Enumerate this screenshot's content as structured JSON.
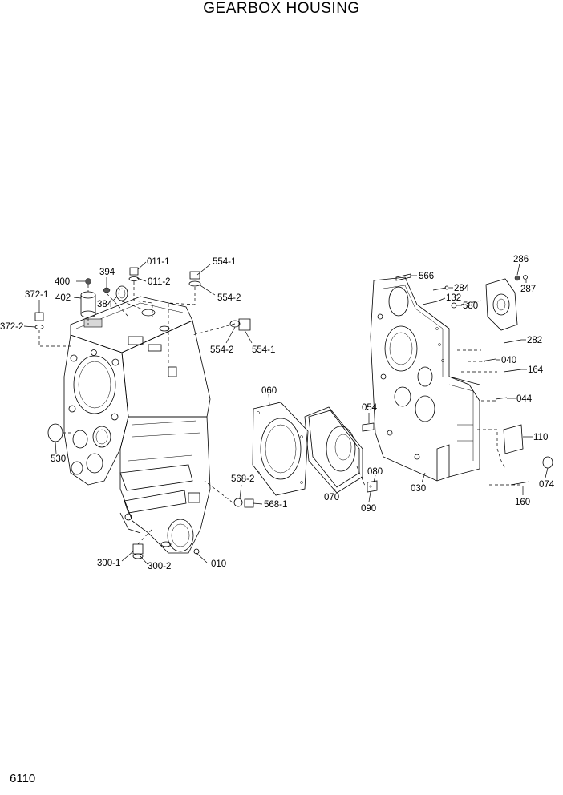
{
  "title": "GEARBOX HOUSING",
  "page_number": "6110",
  "callouts": {
    "c011_1": "011-1",
    "c011_2": "011-2",
    "c394": "394",
    "c400": "400",
    "c402": "402",
    "c384": "384",
    "c372_1": "372-1",
    "c372_2": "372-2",
    "c554_1a": "554-1",
    "c554_2a": "554-2",
    "c554_2b": "554-2",
    "c554_1b": "554-1",
    "c530": "530",
    "c060": "060",
    "c568_2": "568-2",
    "c568_1": "568-1",
    "c300_1": "300-1",
    "c300_2": "300-2",
    "c010": "010",
    "c054": "054",
    "c070": "070",
    "c080": "080",
    "c090": "090",
    "c566": "566",
    "c284": "284",
    "c132": "132",
    "c580": "580",
    "c286": "286",
    "c287": "287",
    "c282": "282",
    "c040": "040",
    "c164": "164",
    "c044": "044",
    "c110": "110",
    "c074": "074",
    "c030": "030",
    "c160": "160"
  }
}
